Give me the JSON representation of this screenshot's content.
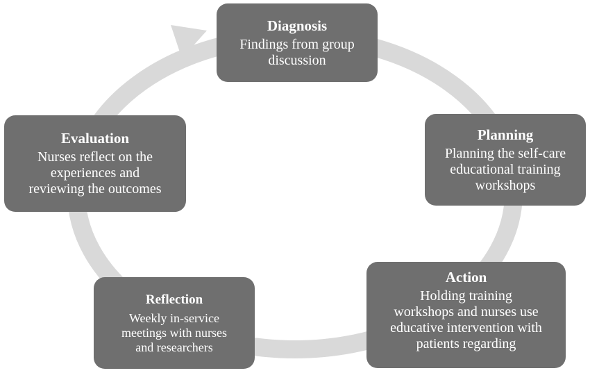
{
  "stages": {
    "diagnosis": {
      "title": "Diagnosis",
      "description": "Findings from group\ndiscussion"
    },
    "planning": {
      "title": "Planning",
      "description": "Planning the self-care\neducational training\nworkshops"
    },
    "action": {
      "title": "Action",
      "description": "Holding training\nworkshops and nurses use\neducative intervention with\npatients regarding"
    },
    "reflection": {
      "title": "Reflection",
      "description": "Weekly in-service\nmeetings with nurses\nand researchers"
    },
    "evaluation": {
      "title": "Evaluation",
      "description": "Nurses reflect on the\nexperiences and\nreviewing the outcomes"
    }
  },
  "colors": {
    "box_fill": "#6f6f6f",
    "ring": "#d9d9d9",
    "text": "#ffffff"
  }
}
